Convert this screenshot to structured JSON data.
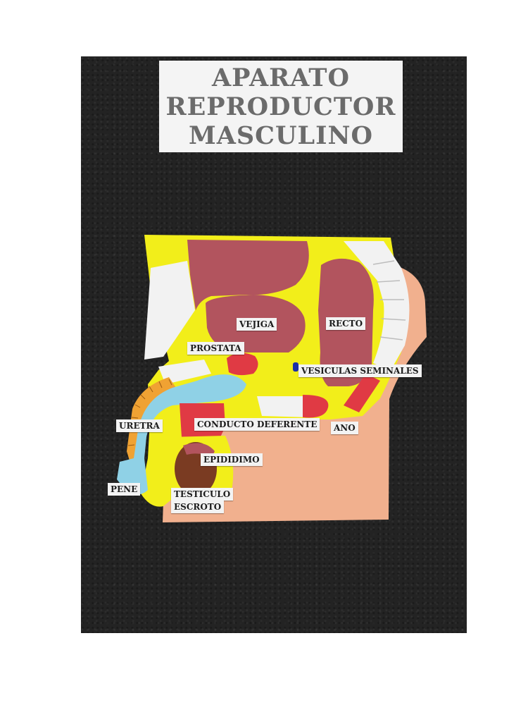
{
  "title": {
    "line1": "APARATO",
    "line2": "REPRODUCTOR",
    "line3": "MASCULINO"
  },
  "labels": {
    "vejiga": "VEJIGA",
    "recto": "RECTO",
    "prostata": "PROSTATA",
    "vesiculas_seminales": "VESICULAS SEMINALES",
    "uretra": "URETRA",
    "conducto_deferente": "CONDUCTO DEFERENTE",
    "ano": "ANO",
    "epididimo": "EPIDIDIMO",
    "pene": "PENE",
    "testiculo": "TESTICULO",
    "escroto": "ESCROTO"
  },
  "colors": {
    "board": "#232323",
    "title_card": "#f4f4f4",
    "title_text": "#6b6b6b",
    "yellow_foam": "#f2ee1a",
    "muscle": "#b2545e",
    "skin": "#f1b08e",
    "bone_white": "#f2f2f2",
    "urethra_blue": "#8fd1e6",
    "red": "#e03a44",
    "orange": "#f0a233",
    "testicle_brown": "#7a3b22"
  }
}
